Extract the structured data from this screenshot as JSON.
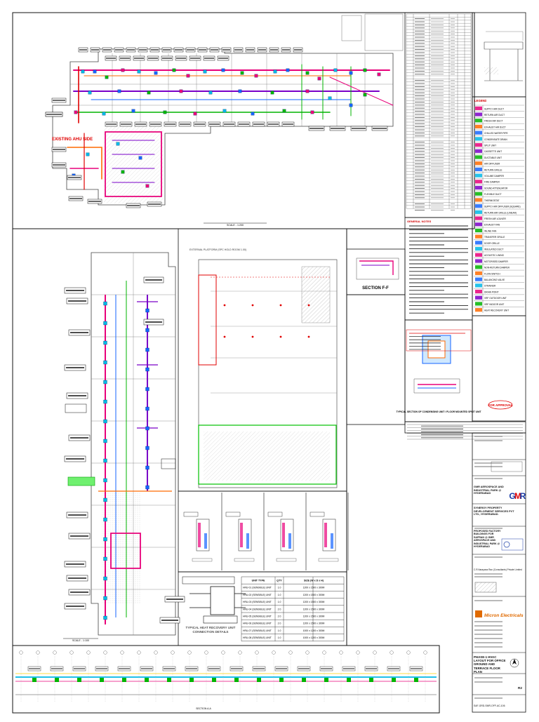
{
  "colors": {
    "frame": "#111111",
    "supply_duct": "#e8007a",
    "return_duct": "#7a00c8",
    "fresh_air": "#00b400",
    "chilled_water": "#1565ff",
    "exhaust": "#ff6a00",
    "highlight_red": "#e00000",
    "highlight_green": "#00c000",
    "cyan": "#00b8e6"
  },
  "plan_top": {
    "scale_label": "SCALE - 1:200",
    "red_callout": "EXISTING AHU SIDE"
  },
  "plan_left": {
    "scale_label": "SCALE - 1:100",
    "annotation": "EXTERNAL PLATFORM (SPC HOLD ROOM 1.00)"
  },
  "bottom_section": {
    "caption": "SECTION A-A"
  },
  "section_ff": {
    "caption": "SECTION F-F"
  },
  "ahu_detail": {
    "caption": "TYPICAL SECTION OF CONDENSING UNIT / FLOOR MOUNTED SPLIT UNIT"
  },
  "hru": {
    "caption_line1": "TYPICAL HEAT RECOVERY UNIT",
    "caption_line2": "CONNECTION DETAILS",
    "table_header": [
      "UNIT TYPE",
      "QTY",
      "SIZE (W x D x H)"
    ],
    "rows": [
      [
        "HRU-01 (SENSIBLE) UNIT",
        "1.0",
        "1200 x 1500 x 300M"
      ],
      [
        "HRU-02 (SENSIBLE) UNIT",
        "1.0",
        "1200 x 1500 x 300M"
      ],
      [
        "HRU-03 (SENSIBLE) UNIT",
        "1.0",
        "1200 x 1500 x 300M"
      ],
      [
        "HRU-04 (SENSIBLE) UNIT",
        "2.0",
        "1200 x 1500 x 300M"
      ],
      [
        "HRU-05 (SENSIBLE) UNIT",
        "2.0",
        "1200 x 1500 x 300M"
      ],
      [
        "HRU-06 (SENSIBLE) UNIT",
        "2.0",
        "1200 x 1500 x 300M"
      ],
      [
        "HRU-07 (SENSIBLE) UNIT",
        "1.0",
        "1000 x 1200 x 300M"
      ],
      [
        "HRU-08 (SENSIBLE) UNIT",
        "1.0",
        "1000 x 1200 x 300M"
      ]
    ]
  },
  "legend": {
    "title": "LEGEND",
    "items": [
      "SUPPLY AIR DUCT",
      "RETURN AIR DUCT",
      "FRESH AIR DUCT",
      "EXHAUST AIR DUCT",
      "CHILLED WATER PIPE",
      "CONDENSATE DRAIN",
      "SPLIT UNIT",
      "CASSETTE UNIT",
      "DUCTABLE UNIT",
      "AIR DIFFUSER",
      "RETURN GRILLE",
      "VOLUME DAMPER",
      "FIRE DAMPER",
      "SOUND ATTENUATOR",
      "FLEXIBLE DUCT",
      "THERMOSTAT",
      "SUPPLY AIR DIFFUSER (SQUARE)",
      "RETURN AIR GRILLE (LINEAR)",
      "FRESH AIR LOUVER",
      "EXHAUST FAN",
      "INLINE FAN",
      "TRANSFER GRILLE",
      "DOOR GRILLE",
      "INSULATED DUCT",
      "ACOUSTIC LINING",
      "MOTORISED DAMPER",
      "NON-RETURN DAMPER",
      "FLOW SWITCH",
      "BALANCING VALVE",
      "STRAINER",
      "DRAIN POINT",
      "VRF OUTDOOR UNIT",
      "VRF INDOOR UNIT",
      "HEAT RECOVERY UNIT"
    ]
  },
  "notes": {
    "title": "GENERAL NOTES"
  },
  "title_block": {
    "revision_note": "FOR APPROVAL",
    "client": "GMR AEROSPACE AND INDUSTRIAL PARK @ HYDERABAD",
    "developer": "SYNERGY PROPERTY DEVELOPMENT SERVICES PVT LTD., HYDERABAD.",
    "project": "PROPOSED FACTORY BUILDINGS FOR SAFRAN @ GMR AEROSPACE AND INDUSTRIAL PARK @ HYDERABAD",
    "consultant": "C.R.Narayana Rao (Consultants) Private Limited",
    "contractor": "Micron Electricals",
    "drawing_title": "PHASE-1 HVAC LAYOUT FOR OFFICE GROUND AND TERRACE FLOOR PLAN",
    "drawing_no": "SAF-GRD-SMR-OFF-AC-106",
    "sheet_marker": "R2"
  }
}
